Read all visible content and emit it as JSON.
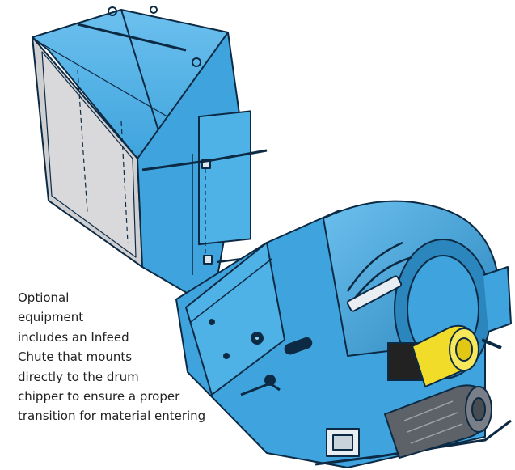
{
  "caption": {
    "lines": [
      "Optional",
      "equipment",
      "includes an Infeed",
      "Chute that mounts",
      "directly to the drum",
      "chipper to ensure a proper",
      "transition for material entering"
    ]
  },
  "colors": {
    "machine_blue": "#3fa4dd",
    "machine_blue_dark": "#2b86bd",
    "machine_blue_light": "#6cc0ee",
    "outline": "#0d2a44",
    "chute_panel": "#cfcfd2",
    "motor_yellow": "#f2dc2a",
    "motor_gray": "#5d6168"
  },
  "illustration": {
    "icon": "drum-chipper-with-infeed-chute-illustration"
  }
}
